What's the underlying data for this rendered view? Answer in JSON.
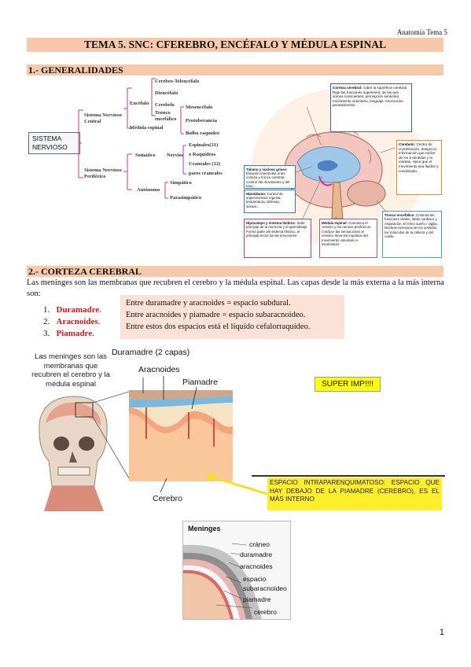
{
  "header": {
    "right_text": "Anatomía Tema 5"
  },
  "title": "TEMA 5. SNC: CFEREBRO, ENCÉFALO Y MÉDULA ESPINAL",
  "section1": {
    "heading": "1.- GENERALIDADES",
    "root": "SISTEMA NERVIOSO",
    "snc": "Sistema Nervioso Central",
    "encefalo": "Encéfalo",
    "cerebro_telencefalo": "Cerebro-Telencéfalo",
    "diencefalo": "Diencéfalo",
    "cerebelo": "Cerebelo",
    "tronco": "Tronco encefálico",
    "mesencefalo": "Mesencéfalo",
    "protuberancia": "Protuberancia",
    "bulbo": "Bulbo raquídeo",
    "medula": "Médula espinal",
    "snp": "Sistema Nervioso Periférico",
    "somatico": "Somático",
    "nervios": "Nervios",
    "espinales": "Espinales(31)",
    "raquideos": "o Raquídeos",
    "craneales": "Craneales (12)",
    "pares": "pares craneales",
    "autonomo": "Autónomo",
    "simpatico": "Simpático",
    "parasimpatico": "Parasimpático",
    "brain_labels": {
      "corteza": "Corteza cerebral:",
      "corteza_desc": "cubre la superficie cerebral. Rige las funciones superiores, de las que somos conscientes: percepción sensorial, movimiento voluntario, lenguaje, emociones, pensamientos",
      "cerebelo": "Cerebelo:",
      "cerebelo_desc": "Centro de coordinación. Integra la información que recibe de los 5 sentidos y la médula. Hace que el movimiento sea fluidos y coordinado.",
      "talamo": "Tálamo y núcleos grises:",
      "talamo_desc": "Estación intermedia entre corteza y tronco cerebral. Control del movimiento y del tono.",
      "hipotalamo": "Hipotálamo:",
      "hipotalamo_desc": "Control de supervivencia: ingesta, temperatura, defensa, sexual...",
      "hipocampo": "Hipocampo y sistema límbico:",
      "hipocampo_desc": "Sede principal de la memoria y el aprendizaje. Forma parte del sistema límbico, el principal rector de las emociones",
      "medula": "Médula espinal:",
      "medula_desc": "Comunica el cerebro y los nervios periféricos: conduce las sensaciones al cerebro, lleva los impulsos del movimiento voluntario e involuntario",
      "tronco": "Tronco encefálico:",
      "tronco_desc": "Controla las funciones vitales, latido cardiaco y respiración. El ritmo sueño / vigilia. Núcleos nerviosos de los sentidos, los músculos de la cabeza y del cuello."
    }
  },
  "section2": {
    "heading": "2.- CORTEZA CEREBRAL",
    "intro": "Las meninges son las membranas que recubren el cerebro y la médula espinal. Las capas desde la más externa a la más interna son:",
    "list": [
      {
        "num": "1.",
        "name": "Duramadre"
      },
      {
        "num": "2.",
        "name": "Aracnoides"
      },
      {
        "num": "3.",
        "name": "Piamadre"
      }
    ],
    "note_lines": [
      "Entre duramadre y aracnoides = espacio subdural.",
      "Entre aracnoides y piamadre = espacio subaracnoideo.",
      "Entre estos dos espacios está el líquido cefalorraquídeo."
    ],
    "figure": {
      "caption": "Las meninges son las membranas que recubren el cerebro y la médula espinal",
      "duramadre": "Duramadre (2 capas)",
      "aracnoides": "Aracnoides",
      "piamadre": "Piamadre",
      "cerebro": "Cerebro"
    },
    "super": "SUPER IMP!!!!",
    "callout": "ESPACIO INTRAPARENQUIMATOSO: ESPACIO QUE HAY DEBAJO DE LA PIAMADRE (CEREBRO), ES EL MÁS INTERNO",
    "meninges_fig": {
      "title": "Meninges",
      "labels": [
        "cráneo",
        "duramadre",
        "aracnoides",
        "espacio",
        "subaracnoideo",
        "piamadre",
        "cerebro"
      ]
    }
  },
  "page_number": "1"
}
